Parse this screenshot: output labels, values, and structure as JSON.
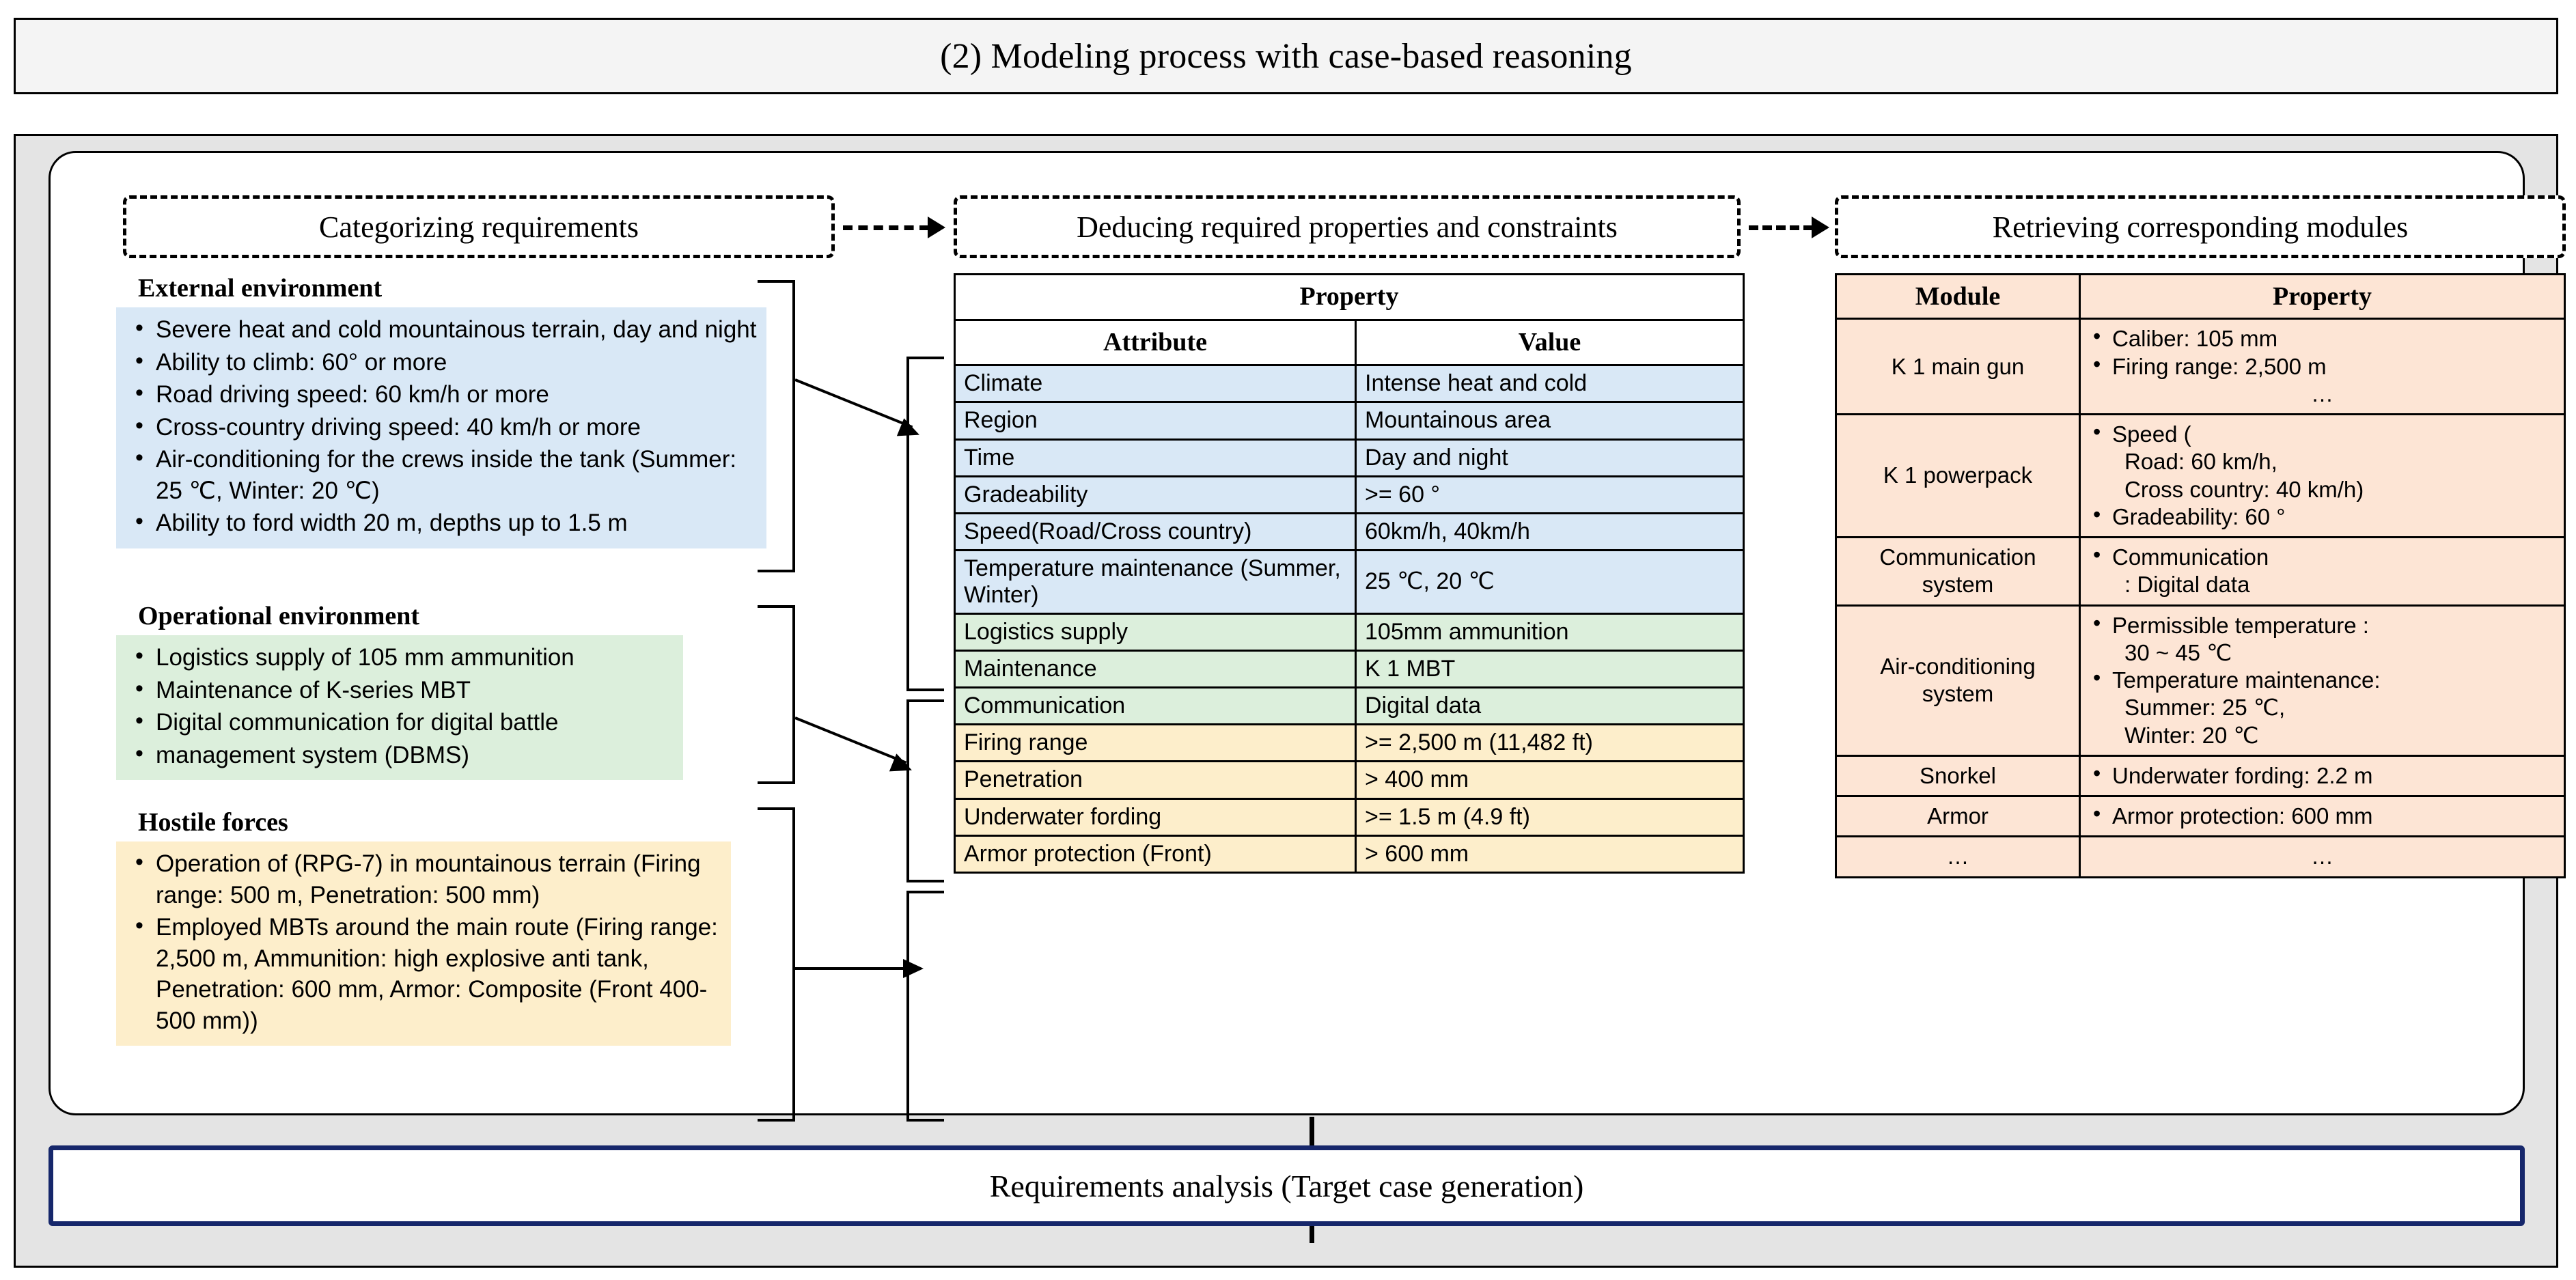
{
  "title": "(2) Modeling process with case-based reasoning",
  "stages": [
    {
      "label": "Categorizing requirements"
    },
    {
      "label": "Deducing required properties and constraints"
    },
    {
      "label": "Retrieving corresponding modules"
    }
  ],
  "requirements": {
    "external": {
      "heading": "External environment",
      "color": "#d9e8f6",
      "items": [
        "Severe heat and cold mountainous terrain, day and night",
        "Ability to climb: 60° or more",
        "Road driving speed: 60 km/h or more",
        "Cross-country driving speed: 40 km/h or more",
        "Air-conditioning for the crews inside the tank (Summer: 25 ℃, Winter: 20 ℃)",
        "Ability to ford width 20 m, depths up to 1.5 m"
      ]
    },
    "operational": {
      "heading": "Operational environment",
      "color": "#dcefdc",
      "items": [
        "Logistics supply of 105 mm ammunition",
        "Maintenance of K-series MBT",
        "Digital communication for digital battle",
        "management system (DBMS)"
      ]
    },
    "hostile": {
      "heading": "Hostile forces",
      "color": "#fdeecb",
      "items": [
        "Operation of (RPG-7) in mountainous terrain (Firing range: 500 m, Penetration: 500 mm)",
        "Employed MBTs around the main route (Firing range: 2,500 m, Ammunition: high explosive anti tank, Penetration: 600 mm, Armor: Composite (Front 400-500 mm))"
      ]
    }
  },
  "property_table": {
    "title": "Property",
    "columns": [
      "Attribute",
      "Value"
    ],
    "rows": [
      {
        "attribute": "Climate",
        "value": "Intense heat and cold",
        "group": "blue"
      },
      {
        "attribute": "Region",
        "value": "Mountainous area",
        "group": "blue"
      },
      {
        "attribute": "Time",
        "value": "Day and night",
        "group": "blue"
      },
      {
        "attribute": "Gradeability",
        "value": ">= 60 °",
        "group": "blue"
      },
      {
        "attribute": "Speed(Road/Cross country)",
        "value": "60km/h, 40km/h",
        "group": "blue"
      },
      {
        "attribute": "Temperature maintenance (Summer, Winter)",
        "value": "25 ℃, 20 ℃",
        "group": "blue"
      },
      {
        "attribute": "Logistics supply",
        "value": "105mm ammunition",
        "group": "green"
      },
      {
        "attribute": "Maintenance",
        "value": "K 1 MBT",
        "group": "green"
      },
      {
        "attribute": "Communication",
        "value": "Digital data",
        "group": "green"
      },
      {
        "attribute": "Firing range",
        "value": ">= 2,500 m (11,482 ft)",
        "group": "yellow"
      },
      {
        "attribute": "Penetration",
        "value": "> 400 mm",
        "group": "yellow"
      },
      {
        "attribute": "Underwater fording",
        "value": ">= 1.5 m (4.9 ft)",
        "group": "yellow"
      },
      {
        "attribute": "Armor protection (Front)",
        "value": "> 600 mm",
        "group": "yellow"
      }
    ]
  },
  "module_table": {
    "columns": [
      "Module",
      "Property"
    ],
    "color": "#fde5d5",
    "rows": [
      {
        "module": "K 1 main gun",
        "properties": [
          "Caliber: 105 mm",
          "Firing range: 2,500 m"
        ],
        "trailing": "…"
      },
      {
        "module": "K 1 powerpack",
        "properties": [
          "Speed (",
          "Gradeability: 60 °"
        ],
        "indented": [
          "Road: 60 km/h,",
          "Cross country: 40 km/h)"
        ]
      },
      {
        "module": "Communication system",
        "properties": [
          "Communication",
          ": Digital data"
        ]
      },
      {
        "module": "Air-conditioning system",
        "properties": [
          "Permissible temperature :",
          "Temperature maintenance:"
        ],
        "indented2": [
          "30 ~ 45 ℃",
          "Summer: 25 ℃,",
          "Winter: 20 ℃"
        ]
      },
      {
        "module": "Snorkel",
        "properties": [
          "Underwater fording: 2.2 m"
        ]
      },
      {
        "module": "Armor",
        "properties": [
          "Armor protection: 600 mm"
        ]
      },
      {
        "module": "…",
        "properties": [
          "…"
        ]
      }
    ]
  },
  "bottom_bar": {
    "label": "Requirements analysis (Target case generation)",
    "border_color": "#16276b"
  }
}
